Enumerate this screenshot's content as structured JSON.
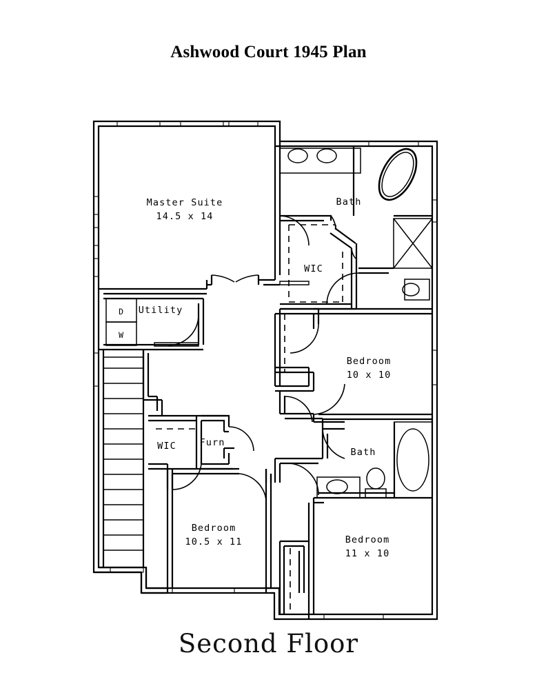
{
  "document": {
    "title": "Ashwood Court 1945 Plan",
    "floor_caption": "Second Floor",
    "background_color": "#ffffff",
    "line_color": "#000000"
  },
  "floorplan": {
    "type": "architectural-floor-plan",
    "level": "Second Floor",
    "rooms": [
      {
        "id": "master-suite",
        "label": "Master Suite",
        "dimensions": "14.5 x 14"
      },
      {
        "id": "master-bath",
        "label": "Bath",
        "dimensions": ""
      },
      {
        "id": "master-wic",
        "label": "WIC",
        "dimensions": ""
      },
      {
        "id": "utility",
        "label": "Utility",
        "dimensions": ""
      },
      {
        "id": "bedroom-2",
        "label": "Bedroom",
        "dimensions": "10 x 10"
      },
      {
        "id": "bedroom-3",
        "label": "Bedroom",
        "dimensions": "10.5 x 11"
      },
      {
        "id": "bedroom-4",
        "label": "Bedroom",
        "dimensions": "11 x 10"
      },
      {
        "id": "hall-bath",
        "label": "Bath",
        "dimensions": ""
      },
      {
        "id": "hall-wic",
        "label": "WIC",
        "dimensions": ""
      },
      {
        "id": "furnace",
        "label": "Furn",
        "dimensions": ""
      }
    ],
    "appliances": [
      {
        "id": "dryer",
        "label": "D"
      },
      {
        "id": "washer",
        "label": "W"
      }
    ],
    "fixtures": [
      "double-vanity-sink",
      "oval-soaking-tub",
      "shower-stall",
      "toilet",
      "vanity-sink",
      "oval-tub"
    ],
    "features": [
      "staircase",
      "double-door-master-entry",
      "swing-doors",
      "closet-shelf-dashed-lines",
      "window-openings"
    ]
  }
}
